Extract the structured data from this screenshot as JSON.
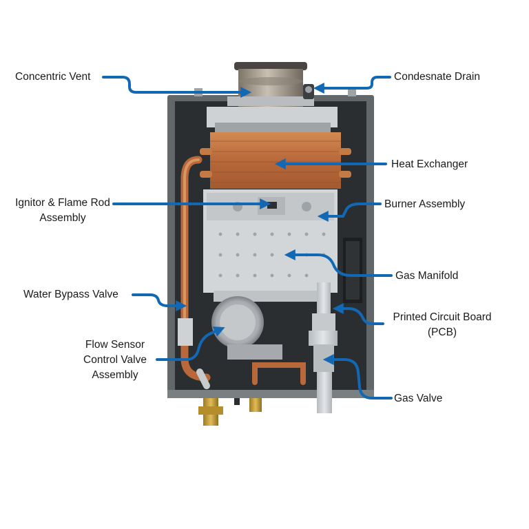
{
  "labels": {
    "concentric_vent": "Concentric Vent",
    "condensate_drain": "Condesnate Drain",
    "heat_exchanger": "Heat Exchanger",
    "ignitor_line1": "Ignitor & Flame Rod",
    "ignitor_line2": "Assembly",
    "burner_assembly": "Burner Assembly",
    "gas_manifold": "Gas Manifold",
    "water_bypass_valve": "Water Bypass Valve",
    "pcb_line1": "Printed Circuit Board",
    "pcb_line2": "(PCB)",
    "flow_sensor_line1": "Flow Sensor",
    "flow_sensor_line2": "Control Valve",
    "flow_sensor_line3": "Assembly",
    "gas_valve": "Gas Valve"
  },
  "colors": {
    "arrow": "#1268b3",
    "cabinet": "#5f6467",
    "interior": "#2a2d30",
    "copper": "#c1753f",
    "steel": "#c9cdd0",
    "brass": "#c9a23a"
  }
}
